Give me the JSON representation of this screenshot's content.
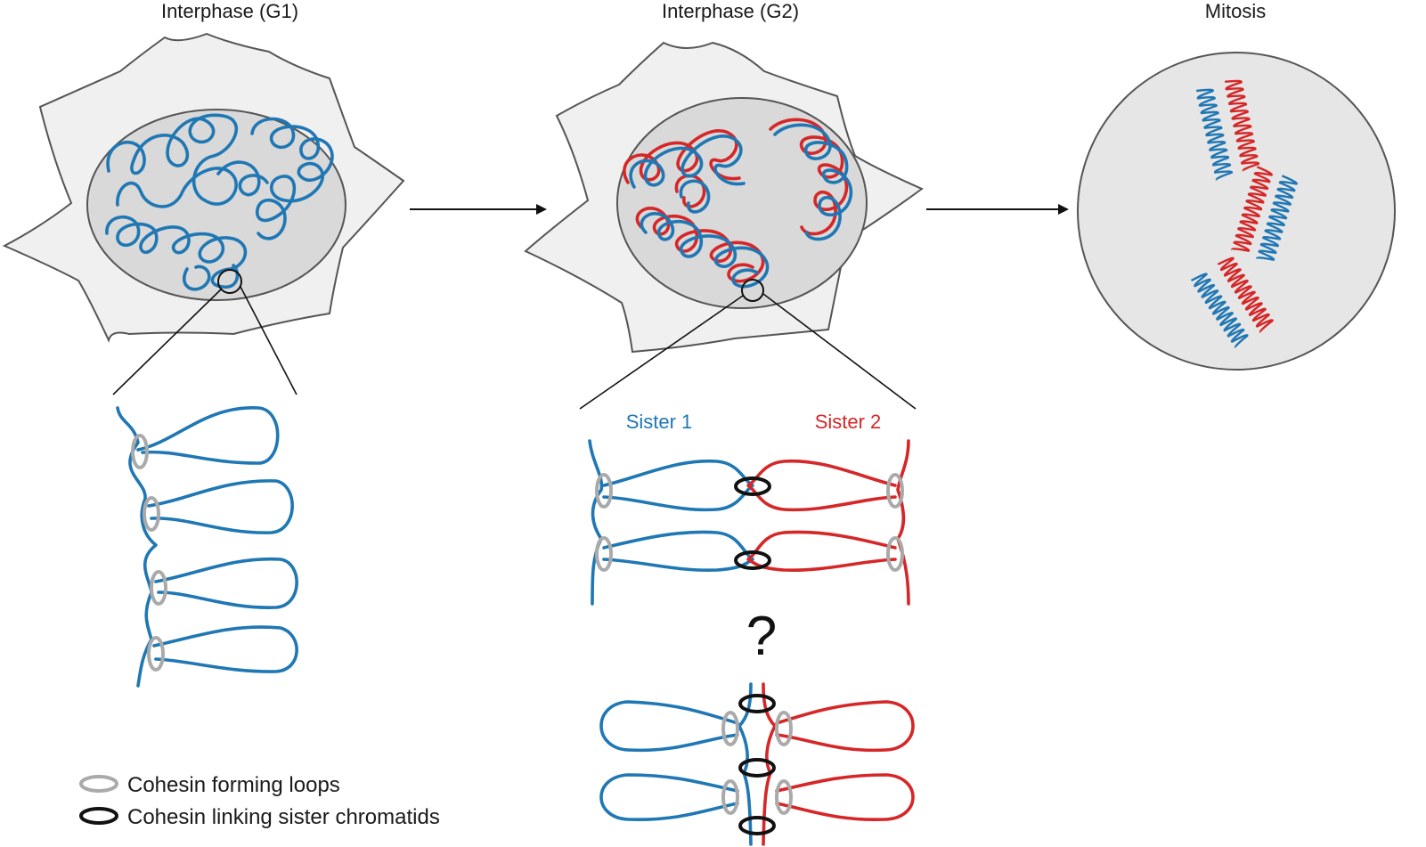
{
  "titles": {
    "g1": "Interphase (G1)",
    "g2": "Interphase (G2)",
    "mitosis": "Mitosis"
  },
  "sisters": {
    "sister1": "Sister 1",
    "sister2": "Sister 2"
  },
  "question_mark": "?",
  "legend": {
    "loops": "Cohesin forming loops",
    "linking": "Cohesin linking sister chromatids"
  },
  "colors": {
    "sister1": "#1f77b4",
    "sister2": "#d62728",
    "cohesin_loop": "#aaaaaa",
    "cohesin_link": "#111111",
    "cell_fill": "#f0f0f0",
    "nucleus_fill": "#d9d9d9",
    "outline": "#555555"
  }
}
